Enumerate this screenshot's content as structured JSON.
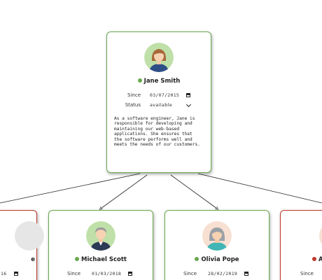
{
  "colors": {
    "available": "#6aa84f",
    "unavailable": "#c0392b"
  },
  "root": {
    "name": "Jane Smith",
    "status_color": "#6aa84f",
    "since_label": "Since",
    "since_value": "03/07/2015",
    "status_label": "Status",
    "status_value": "available",
    "description": "As a software engineer, Jane is\nresponsible for developing and\nmaintaining our web-based\napplications. She ensures that\nthe software performs well and\nmeets the needs of our customers."
  },
  "children": [
    {
      "name": "e",
      "status_color": "#6aa84f",
      "since_value": "16"
    },
    {
      "name": "Michael Scott",
      "status_color": "#6aa84f",
      "since_label": "Since",
      "since_value": "01/03/2018"
    },
    {
      "name": "Olivia Pope",
      "status_color": "#6aa84f",
      "since_label": "Since",
      "since_value": "28/02/2019"
    },
    {
      "name": "A",
      "status_color": "#c0392b",
      "since_label": "Since"
    }
  ]
}
